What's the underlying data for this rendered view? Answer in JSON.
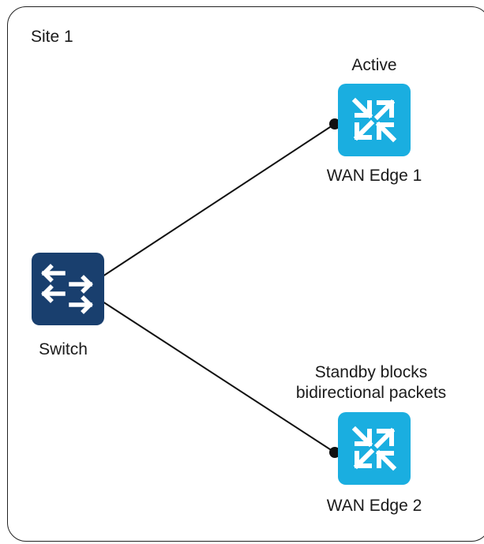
{
  "site": {
    "label": "Site 1"
  },
  "nodes": {
    "edge1": {
      "label": "WAN Edge 1",
      "status": "Active",
      "icon": "router-icon",
      "color": "#1aaee0"
    },
    "edge2": {
      "label": "WAN Edge 2",
      "status_line1": "Standby blocks",
      "status_line2": "bidirectional packets",
      "icon": "router-icon",
      "color": "#1aaee0"
    },
    "switch": {
      "label": "Switch",
      "icon": "switch-icon",
      "color": "#193f6e"
    }
  },
  "links": [
    {
      "from": "switch",
      "to": "edge1"
    },
    {
      "from": "switch",
      "to": "edge2"
    }
  ]
}
